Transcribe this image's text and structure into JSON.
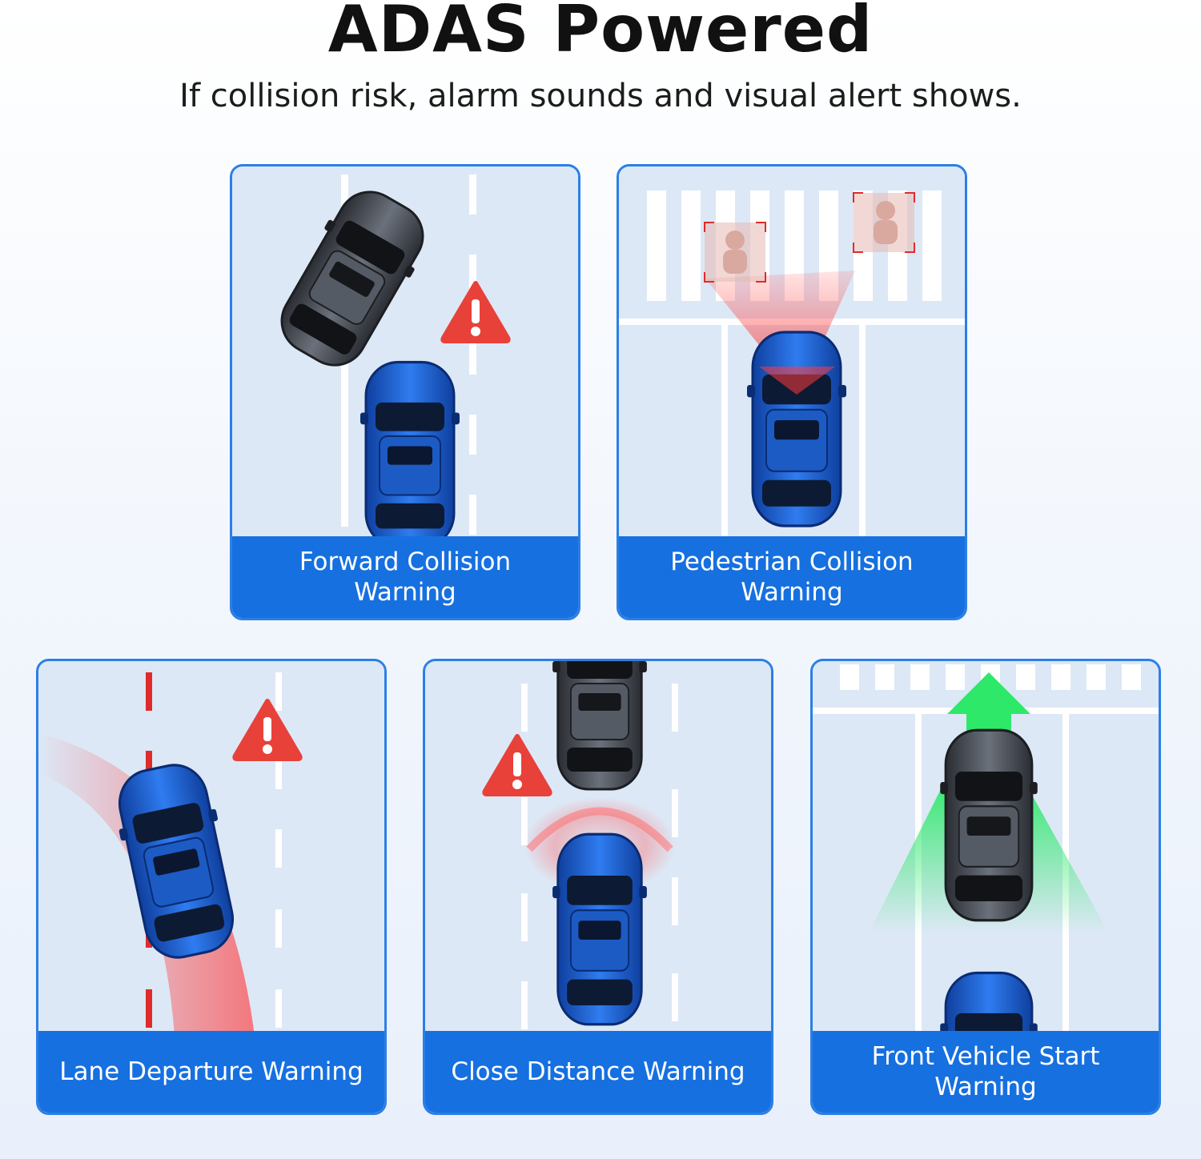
{
  "header": {
    "title": "ADAS Powered",
    "subtitle": "If collision risk, alarm sounds and visual alert shows."
  },
  "cards": [
    {
      "label": "Forward Collision Warning",
      "icon": "warning-triangle-icon"
    },
    {
      "label": "Pedestrian Collision Warning",
      "icon": "pedestrian-detect-icon"
    },
    {
      "label": "Lane Departure Warning",
      "icon": "warning-triangle-icon"
    },
    {
      "label": "Close Distance Warning",
      "icon": "warning-triangle-icon"
    },
    {
      "label": "Front Vehicle Start Warning",
      "icon": "green-arrow-icon"
    }
  ],
  "colors": {
    "accent": "#1670e0",
    "card_border": "#2b7fe6",
    "road": "#dde8f6",
    "warning": "#e8413a",
    "go": "#2ee86a",
    "car_blue": "#1f5fd0",
    "car_gray": "#4a4f57"
  }
}
